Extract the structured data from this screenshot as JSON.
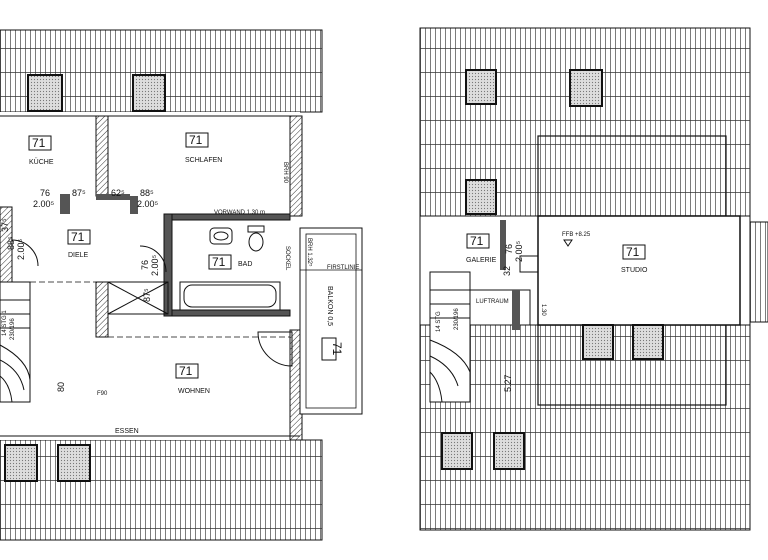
{
  "left_plan": {
    "rooms": {
      "kueche": {
        "number": "71",
        "name": "KÜCHE"
      },
      "schlafen": {
        "number": "71",
        "name": "SCHLAFEN"
      },
      "diele": {
        "number": "71",
        "name": "DIELE"
      },
      "bad": {
        "number": "71",
        "name": "BAD"
      },
      "wohnen": {
        "number": "71",
        "name": "WOHNEN"
      },
      "balkon": {
        "number": "71",
        "name": "BALKON 0,5"
      },
      "essen": {
        "name": "ESSEN"
      }
    },
    "dimensions": {
      "d76": "76",
      "d200a": "2.00⁵",
      "d875": "87⁵",
      "d625": "62⁵",
      "d88": "88⁵",
      "d200b": "2.00⁵",
      "vorwand": "VORWAND 1.30 m",
      "brh90": "BRH 90",
      "brh1325": "BRH 1.32⁵",
      "firstlinie": "FIRSTLINIE",
      "sockel": "SOCKEL",
      "d885": "88⁵",
      "d200c": "2.00⁵",
      "d375": "37⁵",
      "d76b": "76",
      "d200d": "2.00⁵",
      "d875b": "87⁵",
      "stairs": "14 STG 1",
      "stairs2": "230/196",
      "d80": "80",
      "f90": "F90"
    }
  },
  "right_plan": {
    "rooms": {
      "galerie": {
        "number": "71",
        "name": "GALERIE"
      },
      "studio": {
        "number": "71",
        "name": "STUDIO"
      },
      "luftraum": {
        "name": "LUFTRAUM"
      }
    },
    "dimensions": {
      "ffb": "FFB +8.25",
      "d76": "76",
      "d200": "2.00⁵",
      "d32": "32",
      "d130": "1.30",
      "stairs": "14 STG",
      "stairs2": "230/196",
      "d527": "5.27"
    }
  }
}
